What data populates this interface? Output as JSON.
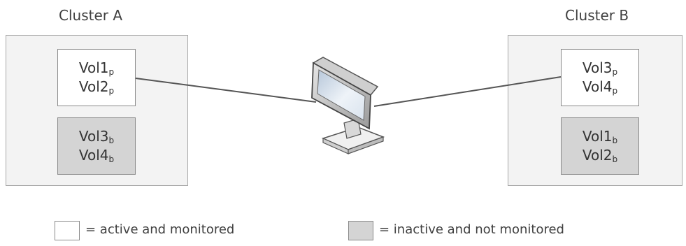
{
  "colors": {
    "cluster_fill": "#f3f3f3",
    "active_fill": "#ffffff",
    "inactive_fill": "#d4d4d4",
    "border": "#8a8a8a"
  },
  "cluster_a": {
    "title": "Cluster A",
    "active_volumes": [
      {
        "name": "Vol1",
        "suffix": "p"
      },
      {
        "name": "Vol2",
        "suffix": "p"
      }
    ],
    "inactive_volumes": [
      {
        "name": "Vol3",
        "suffix": "b"
      },
      {
        "name": "Vol4",
        "suffix": "b"
      }
    ]
  },
  "cluster_b": {
    "title": "Cluster B",
    "active_volumes": [
      {
        "name": "Vol3",
        "suffix": "p"
      },
      {
        "name": "Vol4",
        "suffix": "p"
      }
    ],
    "inactive_volumes": [
      {
        "name": "Vol1",
        "suffix": "b"
      },
      {
        "name": "Vol2",
        "suffix": "b"
      }
    ]
  },
  "monitor_icon": "computer-monitor-icon",
  "legend": {
    "active_label": "= active and monitored",
    "inactive_label": "= inactive and not monitored"
  }
}
